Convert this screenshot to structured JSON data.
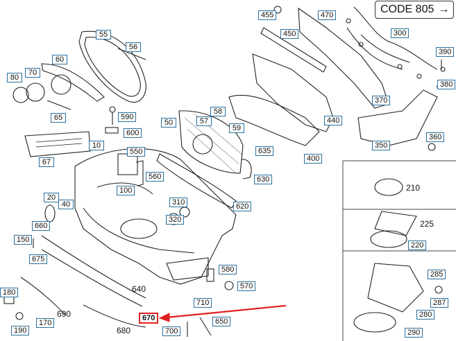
{
  "header": {
    "code_label": "CODE 805",
    "code_arrow": "→"
  },
  "callouts": {
    "c10": "10",
    "c20": "20",
    "c40": "40",
    "c50": "50",
    "c55": "55",
    "c56": "56",
    "c57": "57",
    "c58": "58",
    "c59": "59",
    "c60": "60",
    "c65": "65",
    "c67": "67",
    "c70": "70",
    "c80": "80",
    "c100": "100",
    "c150": "150",
    "c170": "170",
    "c180": "180",
    "c190": "190",
    "c220": "220",
    "c280": "280",
    "c285": "285",
    "c287": "287",
    "c290": "290",
    "c300": "300",
    "c310": "310",
    "c320": "320",
    "c350": "350",
    "c360": "360",
    "c370": "370",
    "c380": "380",
    "c390": "390",
    "c400": "400",
    "c440": "440",
    "c450": "450",
    "c455": "455",
    "c470": "470",
    "c550": "550",
    "c560": "560",
    "c570": "570",
    "c580": "580",
    "c590": "590",
    "c600": "600",
    "c620": "620",
    "c630": "630",
    "c635": "635",
    "c650": "650",
    "c660": "660",
    "c670": "670",
    "c675": "675",
    "c700": "700",
    "c710": "710"
  },
  "plain_labels": {
    "p210": "210",
    "p225": "225",
    "p640": "640",
    "p680": "680",
    "p690": "690"
  },
  "colors": {
    "callout_border": "#2a6f9e",
    "highlight": "#e21f1f",
    "line": "#222222"
  }
}
